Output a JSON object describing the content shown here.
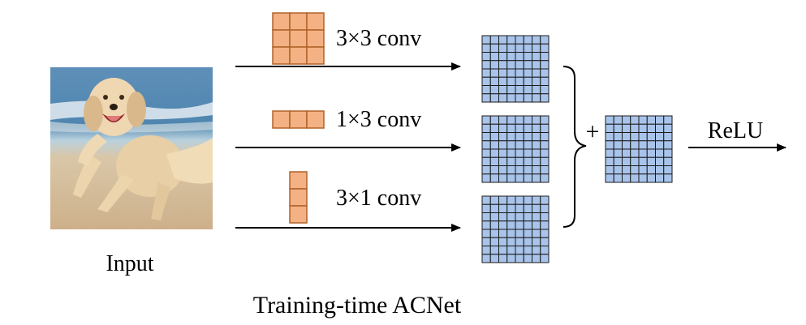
{
  "input": {
    "label": "Input"
  },
  "branches": [
    {
      "label": "3×3 conv",
      "kernel_rows": 3,
      "kernel_cols": 3
    },
    {
      "label": "1×3 conv",
      "kernel_rows": 1,
      "kernel_cols": 3
    },
    {
      "label": "3×1 conv",
      "kernel_rows": 3,
      "kernel_cols": 1
    }
  ],
  "feature_map": {
    "rows": 8,
    "cols": 8
  },
  "sum_symbol": "+",
  "activation": {
    "label": "ReLU"
  },
  "caption": "Training-time ACNet",
  "colors": {
    "kernel_fill": "#f4b183",
    "kernel_stroke": "#b0632a",
    "feature_fill": "#a9c4eb",
    "feature_stroke": "#1a1a1a",
    "line": "#000000"
  }
}
